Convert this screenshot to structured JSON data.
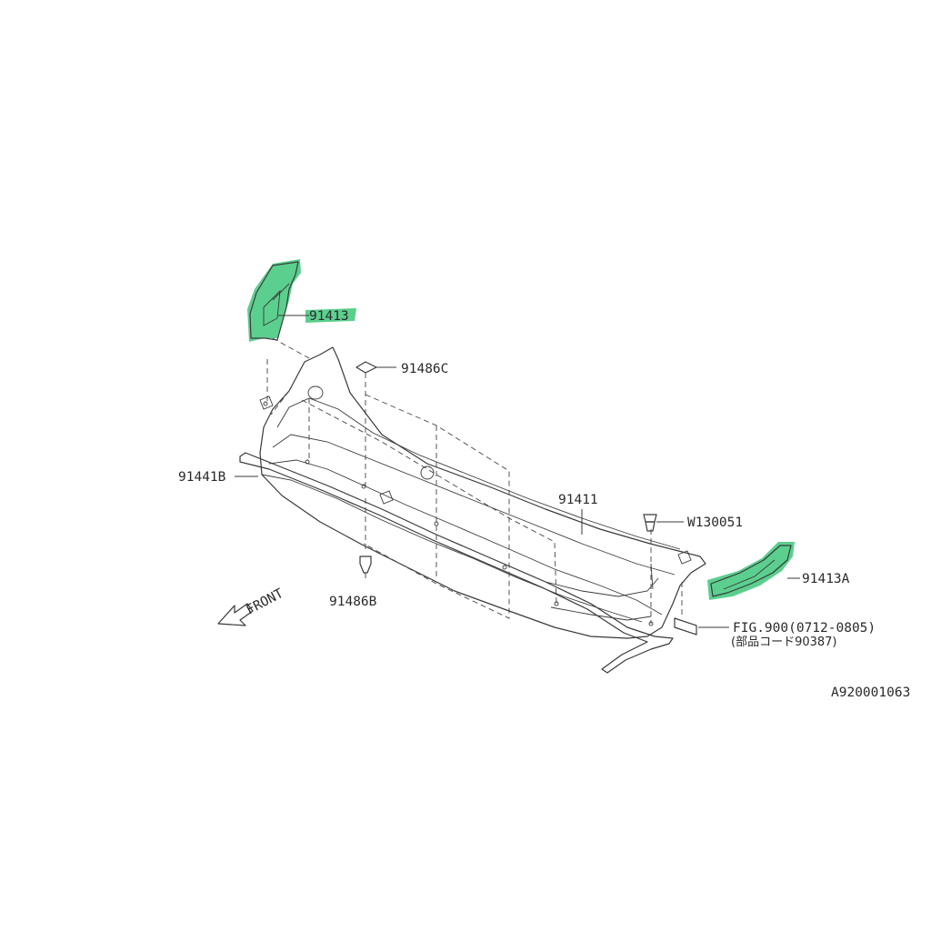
{
  "colors": {
    "highlight": "#3ec77a",
    "line": "#3a3a3a",
    "background": "#ffffff"
  },
  "labels": {
    "p91413": "91413",
    "p91413a": "91413A",
    "p91486c": "91486C",
    "p91486b": "91486B",
    "p91441b": "91441B",
    "p91411": "91411",
    "pw130051": "W130051",
    "fig_ref": "FIG.900(0712-0805)",
    "fig_code": "(部品コード90387)",
    "front": "FRONT",
    "diagram_id": "A920001063"
  },
  "highlighted_parts": [
    "91413",
    "91413A"
  ]
}
